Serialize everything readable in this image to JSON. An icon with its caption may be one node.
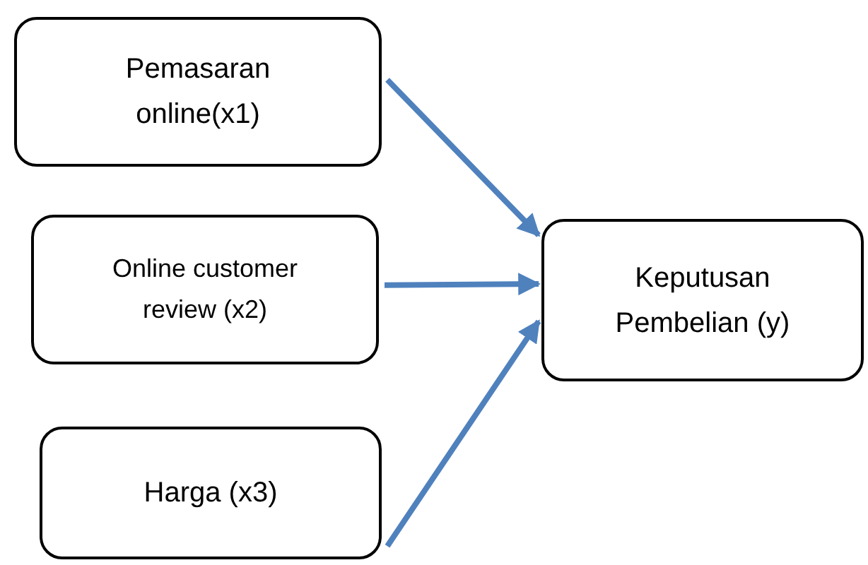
{
  "diagram": {
    "nodes": [
      {
        "text": [
          "Pemasaran online(x1)"
        ]
      },
      {
        "text": [
          "Online customer review (x2)"
        ]
      },
      {
        "text": [
          "Harga (x3)"
        ]
      },
      {
        "text": [
          "Keputusan Pembelian (y)"
        ]
      }
    ],
    "edges": [
      {
        "from": 0,
        "to": 3,
        "arrow": "to"
      },
      {
        "from": 1,
        "to": 3,
        "arrow": "to"
      },
      {
        "from": 2,
        "to": 3,
        "arrow": "to"
      }
    ]
  }
}
